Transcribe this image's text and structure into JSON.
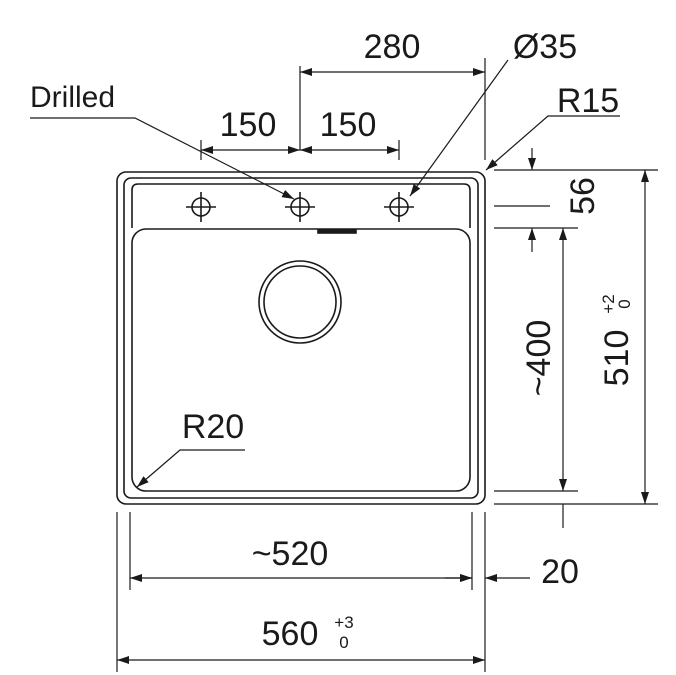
{
  "labels": {
    "drilled": "Drilled",
    "hole_diameter": "Ø35",
    "corner_radius_outer": "R15",
    "corner_radius_bowl": "R20"
  },
  "dimensions": {
    "tap_hole_span": "280",
    "tap_spacing_left": "150",
    "tap_spacing_right": "150",
    "deck_depth": "56",
    "bowl_depth": "~400",
    "overall_depth": "510",
    "overall_depth_tol_upper": "+2",
    "overall_depth_tol_lower": "0",
    "bowl_width": "~520",
    "rim_offset": "20",
    "overall_width": "560",
    "overall_width_tol_upper": "+3",
    "overall_width_tol_lower": "0"
  },
  "colors": {
    "line": "#1a1a1a",
    "background": "#ffffff"
  }
}
